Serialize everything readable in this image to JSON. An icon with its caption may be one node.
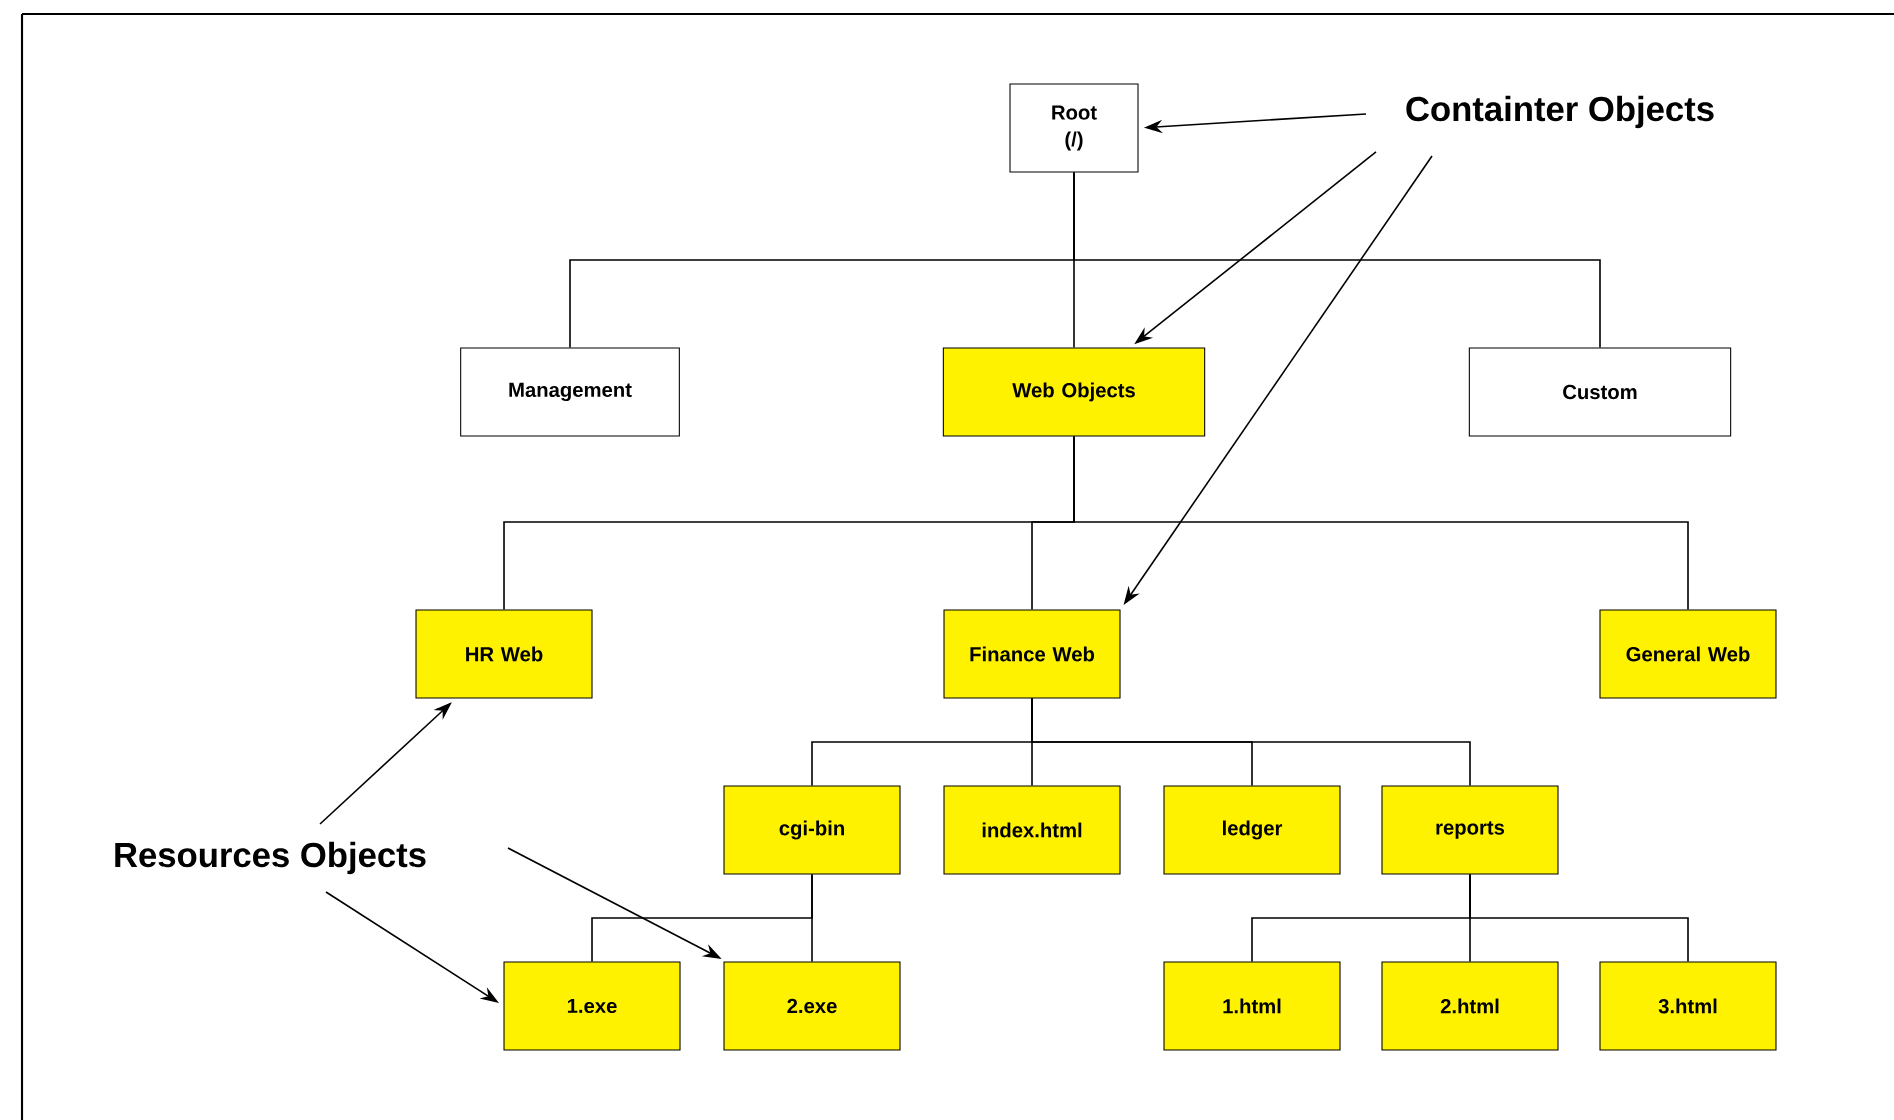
{
  "diagram": {
    "nodes": [
      {
        "text": [
          "Root (/)"
        ]
      },
      {
        "text": [
          "Management"
        ]
      },
      {
        "text": [
          "Web Objects"
        ]
      },
      {
        "text": [
          "Custom"
        ]
      },
      {
        "text": [
          "HR Web"
        ]
      },
      {
        "text": [
          "Finance Web"
        ]
      },
      {
        "text": [
          "General Web"
        ]
      },
      {
        "text": [
          "cgi-bin"
        ]
      },
      {
        "text": [
          "index.html"
        ]
      },
      {
        "text": [
          "ledger"
        ]
      },
      {
        "text": [
          "reports"
        ]
      },
      {
        "text": [
          "1.exe"
        ]
      },
      {
        "text": [
          "2.exe"
        ]
      },
      {
        "text": [
          "1.html"
        ]
      },
      {
        "text": [
          "2.html"
        ]
      },
      {
        "text": [
          "3.html"
        ]
      },
      {
        "text": [
          "Containter Objects"
        ]
      },
      {
        "text": [
          "Resources Objects"
        ]
      }
    ],
    "edges": [
      {
        "from": 0,
        "to": 1,
        "arrow": "none"
      },
      {
        "from": 0,
        "to": 2,
        "arrow": "none"
      },
      {
        "from": 0,
        "to": 3,
        "arrow": "none"
      },
      {
        "from": 2,
        "to": 4,
        "arrow": "none"
      },
      {
        "from": 2,
        "to": 5,
        "arrow": "none"
      },
      {
        "from": 2,
        "to": 6,
        "arrow": "none"
      },
      {
        "from": 5,
        "to": 7,
        "arrow": "none"
      },
      {
        "from": 5,
        "to": 8,
        "arrow": "none"
      },
      {
        "from": 5,
        "to": 9,
        "arrow": "none"
      },
      {
        "from": 5,
        "to": 10,
        "arrow": "none"
      },
      {
        "from": 7,
        "to": 11,
        "arrow": "none"
      },
      {
        "from": 7,
        "to": 12,
        "arrow": "none"
      },
      {
        "from": 10,
        "to": 13,
        "arrow": "none"
      },
      {
        "from": 10,
        "to": 14,
        "arrow": "none"
      },
      {
        "from": 10,
        "to": 15,
        "arrow": "none"
      },
      {
        "from": 16,
        "to": 0,
        "arrow": "to"
      },
      {
        "from": 16,
        "to": 2,
        "arrow": "to"
      },
      {
        "from": 16,
        "to": 5,
        "arrow": "to"
      },
      {
        "from": 17,
        "to": 4,
        "arrow": "to"
      },
      {
        "from": 17,
        "to": 11,
        "arrow": "to"
      },
      {
        "from": 17,
        "to": 12,
        "arrow": "to"
      }
    ]
  }
}
